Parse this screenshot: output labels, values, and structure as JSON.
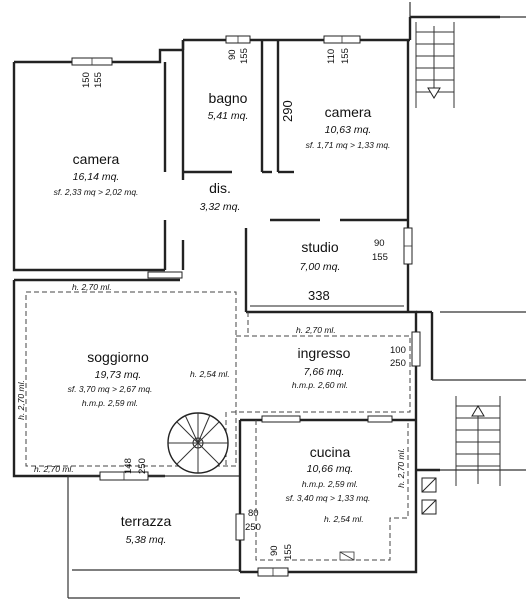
{
  "rooms": {
    "camera_left": {
      "name": "camera",
      "area": "16,14 mq.",
      "surface": "sf. 2,33 mq > 2,02 mq."
    },
    "bagno": {
      "name": "bagno",
      "area": "5,41 mq."
    },
    "camera_right": {
      "name": "camera",
      "area": "10,63 mq.",
      "surface": "sf. 1,71 mq > 1,33 mq."
    },
    "disimpegno": {
      "name": "dis.",
      "area": "3,32 mq."
    },
    "studio": {
      "name": "studio",
      "area": "7,00 mq."
    },
    "soggiorno": {
      "name": "soggiorno",
      "area": "19,73 mq.",
      "surface": "sf. 3,70 mq > 2,67 mq.",
      "hmp": "h.m.p. 2,59 ml."
    },
    "ingresso": {
      "name": "ingresso",
      "area": "7,66 mq.",
      "hmp": "h.m.p. 2,60 ml."
    },
    "cucina": {
      "name": "cucina",
      "area": "10,66 mq.",
      "hmp": "h.m.p. 2,59 ml.",
      "surface": "sf. 3,40 mq > 1,33 mq."
    },
    "terrazza": {
      "name": "terrazza",
      "area": "5,38 mq."
    }
  },
  "heights": {
    "h270_top": "h. 2,70 ml.",
    "h270_ingresso": "h. 2,70 ml.",
    "h270_left": "h. 2,70 ml.",
    "h270_bottom": "h. 2,70 ml.",
    "h270_cucina": "h. 2,70 ml.",
    "h254_soggiorno": "h. 2,54 ml.",
    "h254_cucina": "h. 2,54 ml."
  },
  "dimensions": {
    "camera_win_w": "150",
    "camera_win_h": "155",
    "bagno_win_w": "90",
    "bagno_win_h": "155",
    "camera2_win_w": "110",
    "camera2_win_h": "155",
    "bagno_depth": "290",
    "studio_win_w": "90",
    "studio_win_h": "155",
    "studio_width": "338",
    "ingresso_door_w": "100",
    "ingresso_door_h": "250",
    "terrazza_door_w": "148",
    "terrazza_door_h": "250",
    "cucina_door_w": "80",
    "cucina_door_h": "250",
    "cucina_win_w": "90",
    "cucina_win_h": "155"
  },
  "icons": {
    "arrow_down": "arrow-down-icon",
    "arrow_up": "arrow-up-icon",
    "spiral_stair": "spiral-stair-icon",
    "meter": "meter-box-icon"
  }
}
